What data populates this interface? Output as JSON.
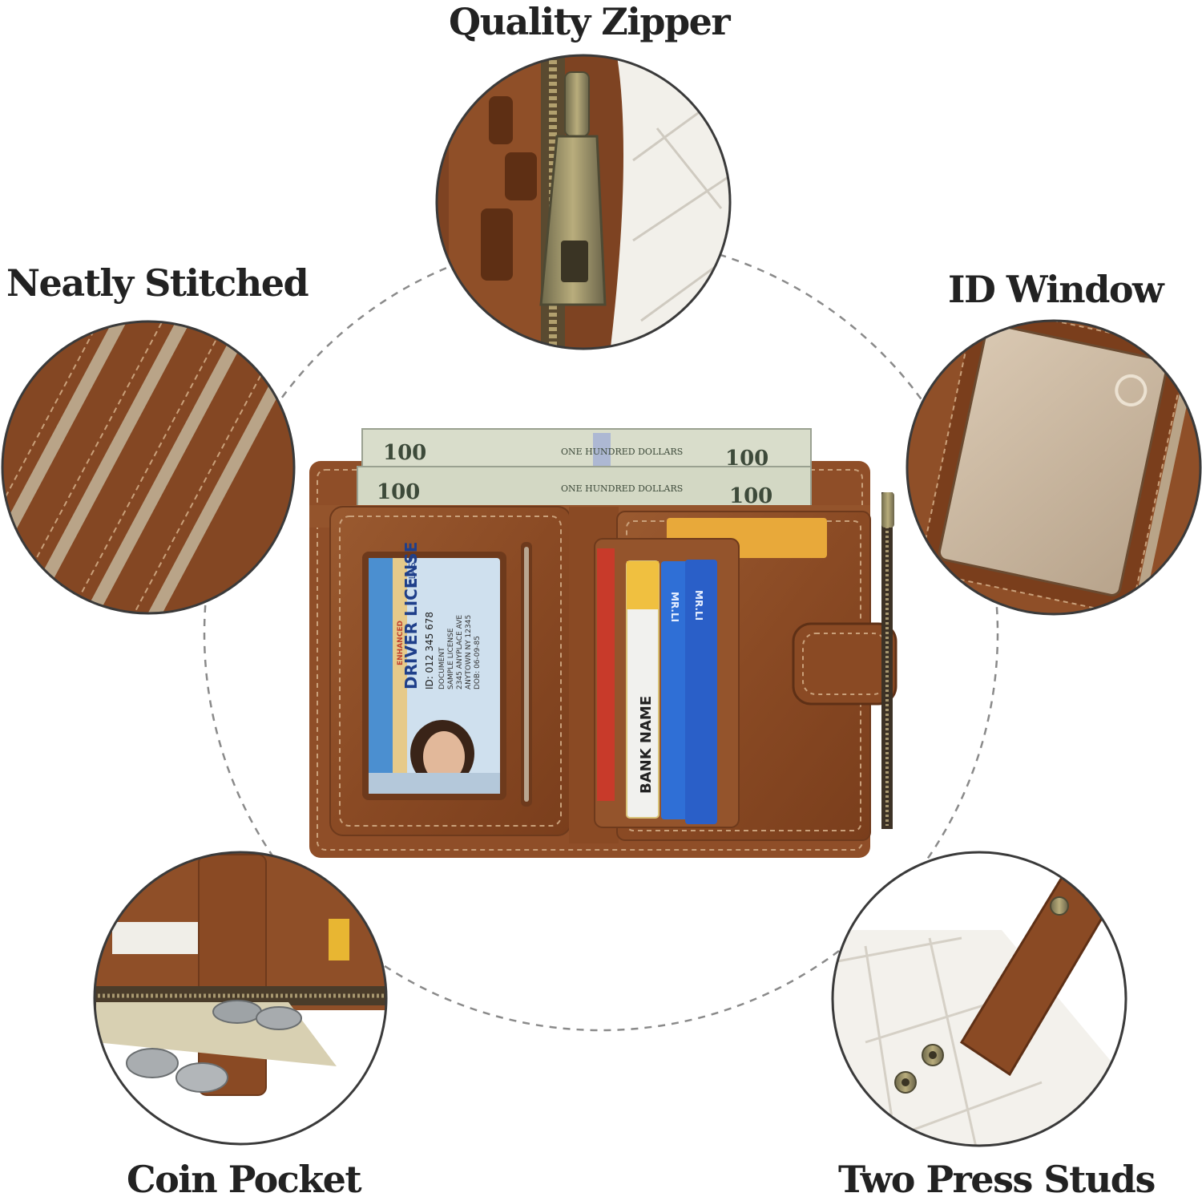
{
  "labels": {
    "quality_zipper": "Quality Zipper",
    "neatly_stitched": "Neatly Stitched",
    "id_window": "ID Window",
    "coin_pocket": "Coin Pocket",
    "two_press_studs": "Two Press Studs"
  },
  "wallet": {
    "bill_value": "100",
    "bill_text": "ONE HUNDRED DOLLARS",
    "license": {
      "title": "DRIVER LICENSE",
      "enhanced": "ENHANCED",
      "class": "CLASS",
      "id_line": "ID: 012 345 678",
      "lines": [
        "DOCUMENT",
        "SAMPLE LICENSE",
        "2345 ANYPLACE AVE",
        "ANYTOWN NY 12345",
        "DOB: 06-09-85"
      ]
    },
    "cards": {
      "bank_name": "BANK NAME",
      "mr_li": "MR.LI"
    }
  },
  "colors": {
    "leather": "#8f4e28",
    "leather_dark": "#6e3a1c",
    "leather_light": "#a8683e",
    "stitch": "#c9a07a",
    "bill": "#d8dcc8",
    "card_blue": "#2f6fd6",
    "card_gold": "#e8a93a",
    "dash": "#8a8a8a",
    "circle_border": "#3a3a3a"
  }
}
